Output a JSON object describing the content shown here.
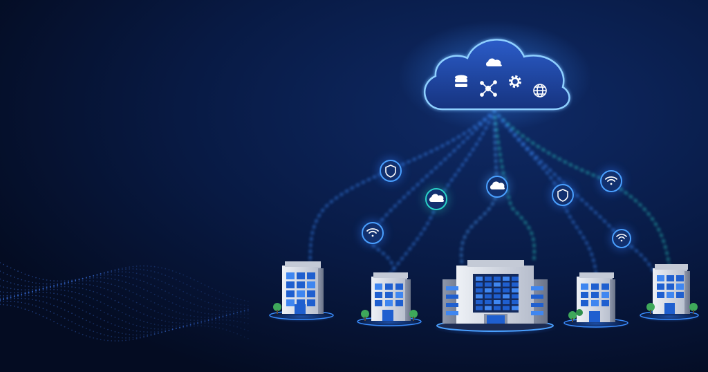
{
  "colors": {
    "background_deep": "#040c22",
    "background_mid": "#0a1c46",
    "glow_blue": "#2f7dff",
    "link_cyan": "#2ad3c8",
    "link_blue": "#3a8dff",
    "cloud_fill": "#1b3f9c",
    "cloud_outline": "#6fb3ff",
    "node_fill": "#12306e",
    "building_light": "#d9dee8",
    "building_dark": "#8a93a6",
    "window_blue": "#1f5fcf",
    "tree_green": "#3ea85a"
  },
  "cloud": {
    "icons": [
      "database-icon",
      "cloud-icon",
      "network-hub-icon",
      "gear-icon",
      "globe-icon"
    ]
  },
  "link_nodes": [
    "shield-icon",
    "cloud-icon",
    "cloud-icon",
    "shield-icon",
    "wifi-icon",
    "wifi-icon",
    "wifi-icon"
  ],
  "buildings": [
    "office-building",
    "office-building",
    "data-center",
    "office-building",
    "office-building"
  ]
}
